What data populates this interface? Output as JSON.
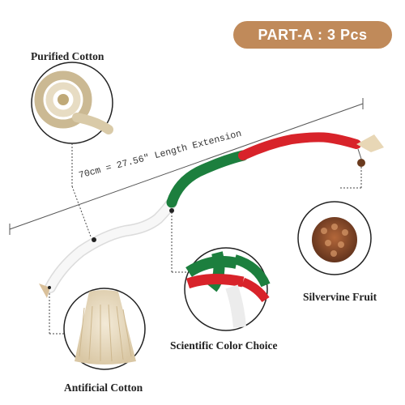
{
  "badge": {
    "text": "PART-A : 3 Pcs"
  },
  "labels": {
    "purified": "Purified Cotton",
    "silvervine": "Silvervine Fruit",
    "scientific": "Scientific Color Choice",
    "antificial": "Antificial Cotton"
  },
  "measure": {
    "text": "70cm = 27.56″ Length Extension"
  },
  "colors": {
    "badge": "#c08a5a",
    "rope_white": "#f2f2f2",
    "rope_green": "#1f8a44",
    "rope_red": "#d8232a",
    "cotton": "#e9d9bd",
    "silvervine": "#8a4a2a"
  }
}
